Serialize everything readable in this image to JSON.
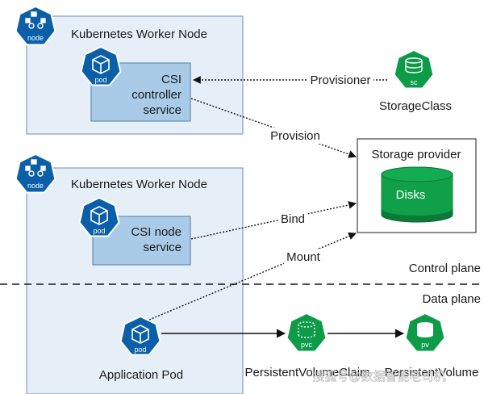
{
  "worker_node_1": {
    "title": "Kubernetes Worker Node",
    "node_icon": "node"
  },
  "worker_node_2": {
    "title": "Kubernetes Worker Node",
    "node_icon": "node"
  },
  "csi_controller": {
    "pod_icon": "pod",
    "line1": "CSI",
    "line2": "controller",
    "line3": "service"
  },
  "csi_node": {
    "pod_icon": "pod",
    "line1": "CSI node",
    "line2": "service"
  },
  "storage_class": {
    "icon": "sc",
    "label": "StorageClass"
  },
  "storage_provider": {
    "title": "Storage provider",
    "disks": "Disks"
  },
  "arrows": {
    "provisioner": "Provisioner",
    "provision": "Provision",
    "bind": "Bind",
    "mount": "Mount"
  },
  "planes": {
    "control": "Control plane",
    "data": "Data plane"
  },
  "application_pod": {
    "icon": "pod",
    "label": "Application Pod"
  },
  "pvc": {
    "icon": "pvc",
    "label": "PersistentVolumeClaim"
  },
  "pv": {
    "icon": "pv",
    "label": "PersistentVolume"
  },
  "watermark": "搜狐号@数据智能老司机",
  "colors": {
    "k8s_blue": "#0b5fa8",
    "node_bg": "#e6eff7",
    "service_bg": "#a9cbe8",
    "green": "#0e9b48",
    "disk_green": "#10a049"
  }
}
